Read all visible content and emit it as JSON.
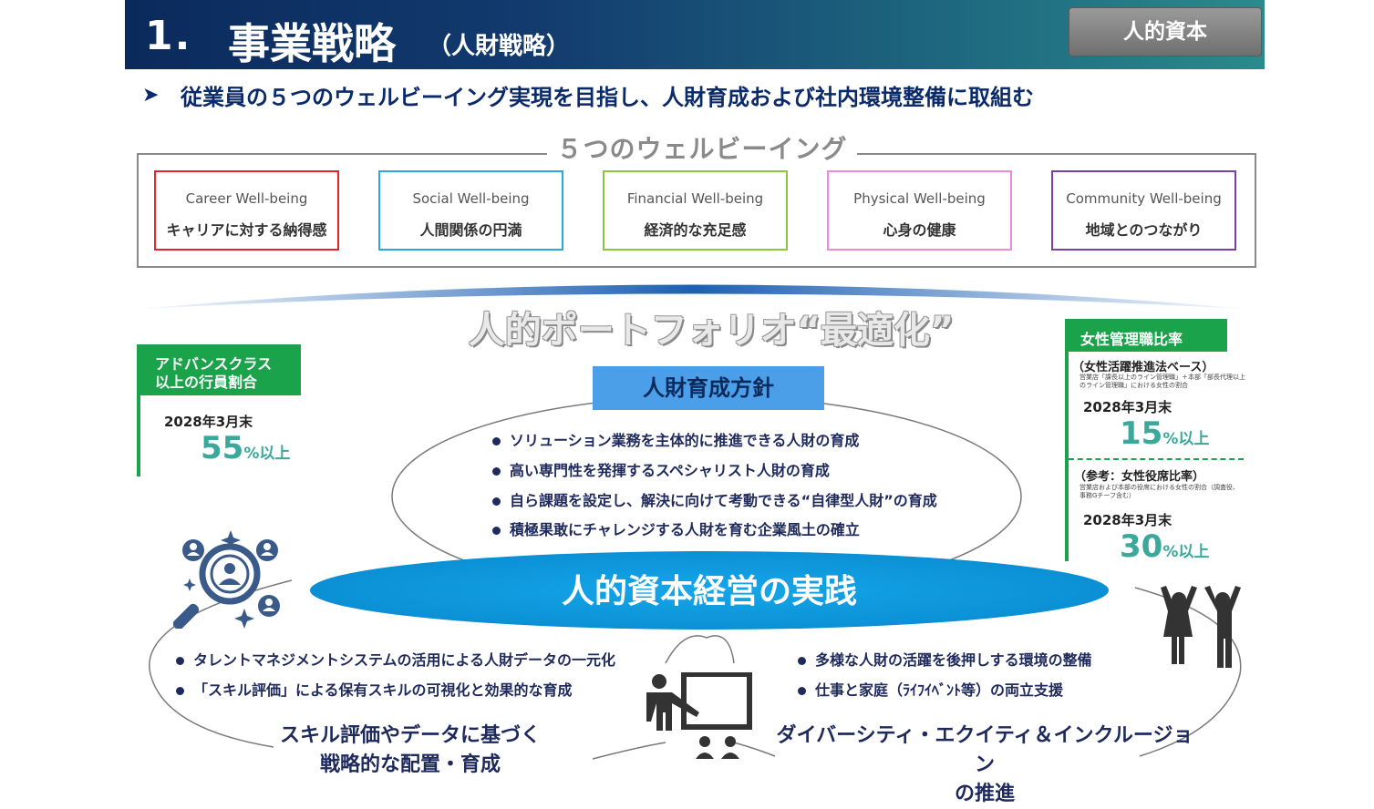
{
  "header": {
    "number": "1.",
    "title": "事業戦略",
    "subtitle": "（人財戦略）",
    "badge": "人的資本"
  },
  "lead": {
    "text": "従業員の５つのウェルビーイング実現を目指し、人財育成および社内環境整備に取組む"
  },
  "wellbeing": {
    "title": "５つのウェルビーイング",
    "cards": [
      {
        "en": "Career Well-being",
        "jp": "キャリアに対する納得感",
        "color": "#e8212b"
      },
      {
        "en": "Social Well-being",
        "jp": "人間関係の円満",
        "color": "#29a8e0"
      },
      {
        "en": "Financial Well-being",
        "jp": "経済的な充足感",
        "color": "#8cc63f"
      },
      {
        "en": "Physical Well-being",
        "jp": "心身の健康",
        "color": "#f08ad8"
      },
      {
        "en": "Community Well-being",
        "jp": "地域とのつながり",
        "color": "#7b3fa8"
      }
    ]
  },
  "portfolio": {
    "text": "人的ポートフォリオ“最適化”"
  },
  "left_stat": {
    "title_line1": "アドバンスクラス",
    "title_line2": "以上の行員割合",
    "date": "2028年3月末",
    "value": "55",
    "unit": "%以上"
  },
  "right_stat": {
    "title": "女性管理職比率",
    "basis": "（女性活躍推進法ベース）",
    "basis_note_line1": "営業店「課長以上のライン管理職」＋本部「部長代理以上",
    "basis_note_line2": "のライン管理職」における女性の割合",
    "date1": "2028年3月末",
    "value1": "15",
    "unit1": "%以上",
    "ref_title": "（参考：女性役席比率）",
    "ref_note_line1": "営業店および本部の役席における女性の割合（調査役、",
    "ref_note_line2": "事務Gチーフ含む）",
    "date2": "2028年3月末",
    "value2": "30",
    "unit2": "%以上"
  },
  "policy": {
    "title": "人財育成方針",
    "items": [
      "ソリューション業務を主体的に推進できる人財の育成",
      "高い専門性を発揮するスペシャリスト人財の育成",
      "自ら課題を設定し、解決に向けて考動できる“自律型人財”の育成",
      "積極果敢にチャレンジする人財を育む企業風土の確立"
    ]
  },
  "practice": {
    "text": "人的資本経営の実践"
  },
  "left_items": [
    "タレントマネジメントシステムの活用による人財データの一元化",
    "「スキル評価」による保有スキルの可視化と効果的な育成"
  ],
  "right_items": [
    "多様な人財の活躍を後押しする環境の整備",
    "仕事と家庭（ﾗｲﾌｲﾍﾞﾝﾄ等）の両立支援"
  ],
  "captions": {
    "left_line1": "スキル評価やデータに基づく",
    "left_line2": "戦略的な配置・育成",
    "right_line1": "ダイバーシティ・エクイティ＆インクルージョン",
    "right_line2": "の推進"
  },
  "colors": {
    "navy": "#0b2a5c",
    "green": "#1aa34a",
    "teal": "#3aa89a",
    "blue": "#4a9fe8",
    "ellipse": "#0f9de0"
  },
  "icons": {
    "talent": "magnifier-people-icon",
    "teacher": "teacher-board-icon",
    "people": "people-cheering-icon"
  }
}
